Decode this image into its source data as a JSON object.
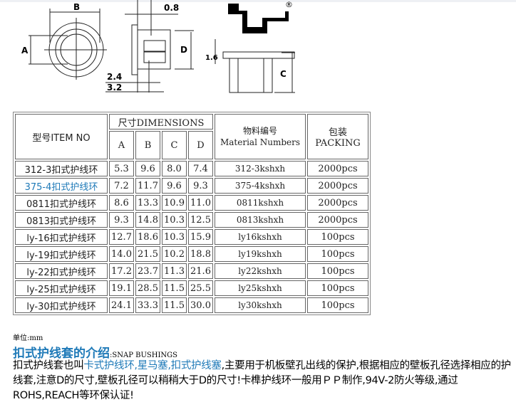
{
  "diagram": {
    "labels": {
      "b": "B",
      "a": "A",
      "t08": "0.8",
      "d": "D",
      "t24": "2.4",
      "t32": "3.2",
      "t16": "1.6",
      "c": "C",
      "reg": "®"
    }
  },
  "table": {
    "headers": {
      "item": "型号ITEM NO",
      "dimensions": "尺寸DIMENSIONS",
      "a": "A",
      "b": "B",
      "c": "C",
      "d": "D",
      "material_cn": "物料编号",
      "material_en": "Material Numbers",
      "packing_cn": "包装",
      "packing_en": "PACKING"
    },
    "rows": [
      {
        "item": "312-3扣式护线环",
        "a": "5.3",
        "b": "9.6",
        "c": "8.0",
        "d": "7.4",
        "material": "312-3kshxh",
        "packing": "2000pcs"
      },
      {
        "item": "375-4扣式护线环",
        "a": "7.2",
        "b": "11.7",
        "c": "9.6",
        "d": "9.3",
        "material": "375-4kshxh",
        "packing": "2000pcs"
      },
      {
        "item": "0811扣式护线环",
        "a": "8.6",
        "b": "13.3",
        "c": "10.9",
        "d": "11.0",
        "material": "0811kshxh",
        "packing": "2000pcs"
      },
      {
        "item": "0813扣式护线环",
        "a": "9.3",
        "b": "14.8",
        "c": "10.3",
        "d": "12.5",
        "material": "0813kshxh",
        "packing": "2000pcs"
      },
      {
        "item": "ly-16扣式护线环",
        "a": "12.7",
        "b": "18.6",
        "c": "10.3",
        "d": "15.9",
        "material": "ly16kshxh",
        "packing": "100pcs"
      },
      {
        "item": "ly-19扣式护线环",
        "a": "14.0",
        "b": "21.5",
        "c": "10.2",
        "d": "18.8",
        "material": "ly19kshxh",
        "packing": "100pcs"
      },
      {
        "item": "ly-22扣式护线环",
        "a": "17.2",
        "b": "23.7",
        "c": "11.3",
        "d": "21.6",
        "material": "ly22kshxh",
        "packing": "100pcs"
      },
      {
        "item": "ly-25扣式护线环",
        "a": "19.1",
        "b": "28.5",
        "c": "11.5",
        "d": "25.5",
        "material": "ly25kshxh",
        "packing": "100pcs"
      },
      {
        "item": "ly-30扣式护线环",
        "a": "24.1",
        "b": "33.3",
        "c": "11.5",
        "d": "30.0",
        "material": "ly30kshxh",
        "packing": "100pcs"
      }
    ]
  },
  "unit": "单位:mm",
  "section": {
    "title": "扣式护线套的介绍",
    "subtitle": ":SNAP BUSHINGS"
  },
  "intro": {
    "p1": "扣式护线套也叫",
    "link1": "卡式护线环,星马塞,扣式护线塞",
    "p2": ",主要用于机板壁孔出线的保护,根据相应的壁板孔径选择相应的护线套,注意D的尺寸,壁板孔径可以稍稍大于D的尺寸!卡榫护线环一般用ＰＰ制作,94V-2防火等级,通过ROHS,REACH等环保认证!"
  },
  "colors": {
    "link": "#1f7ab8"
  }
}
